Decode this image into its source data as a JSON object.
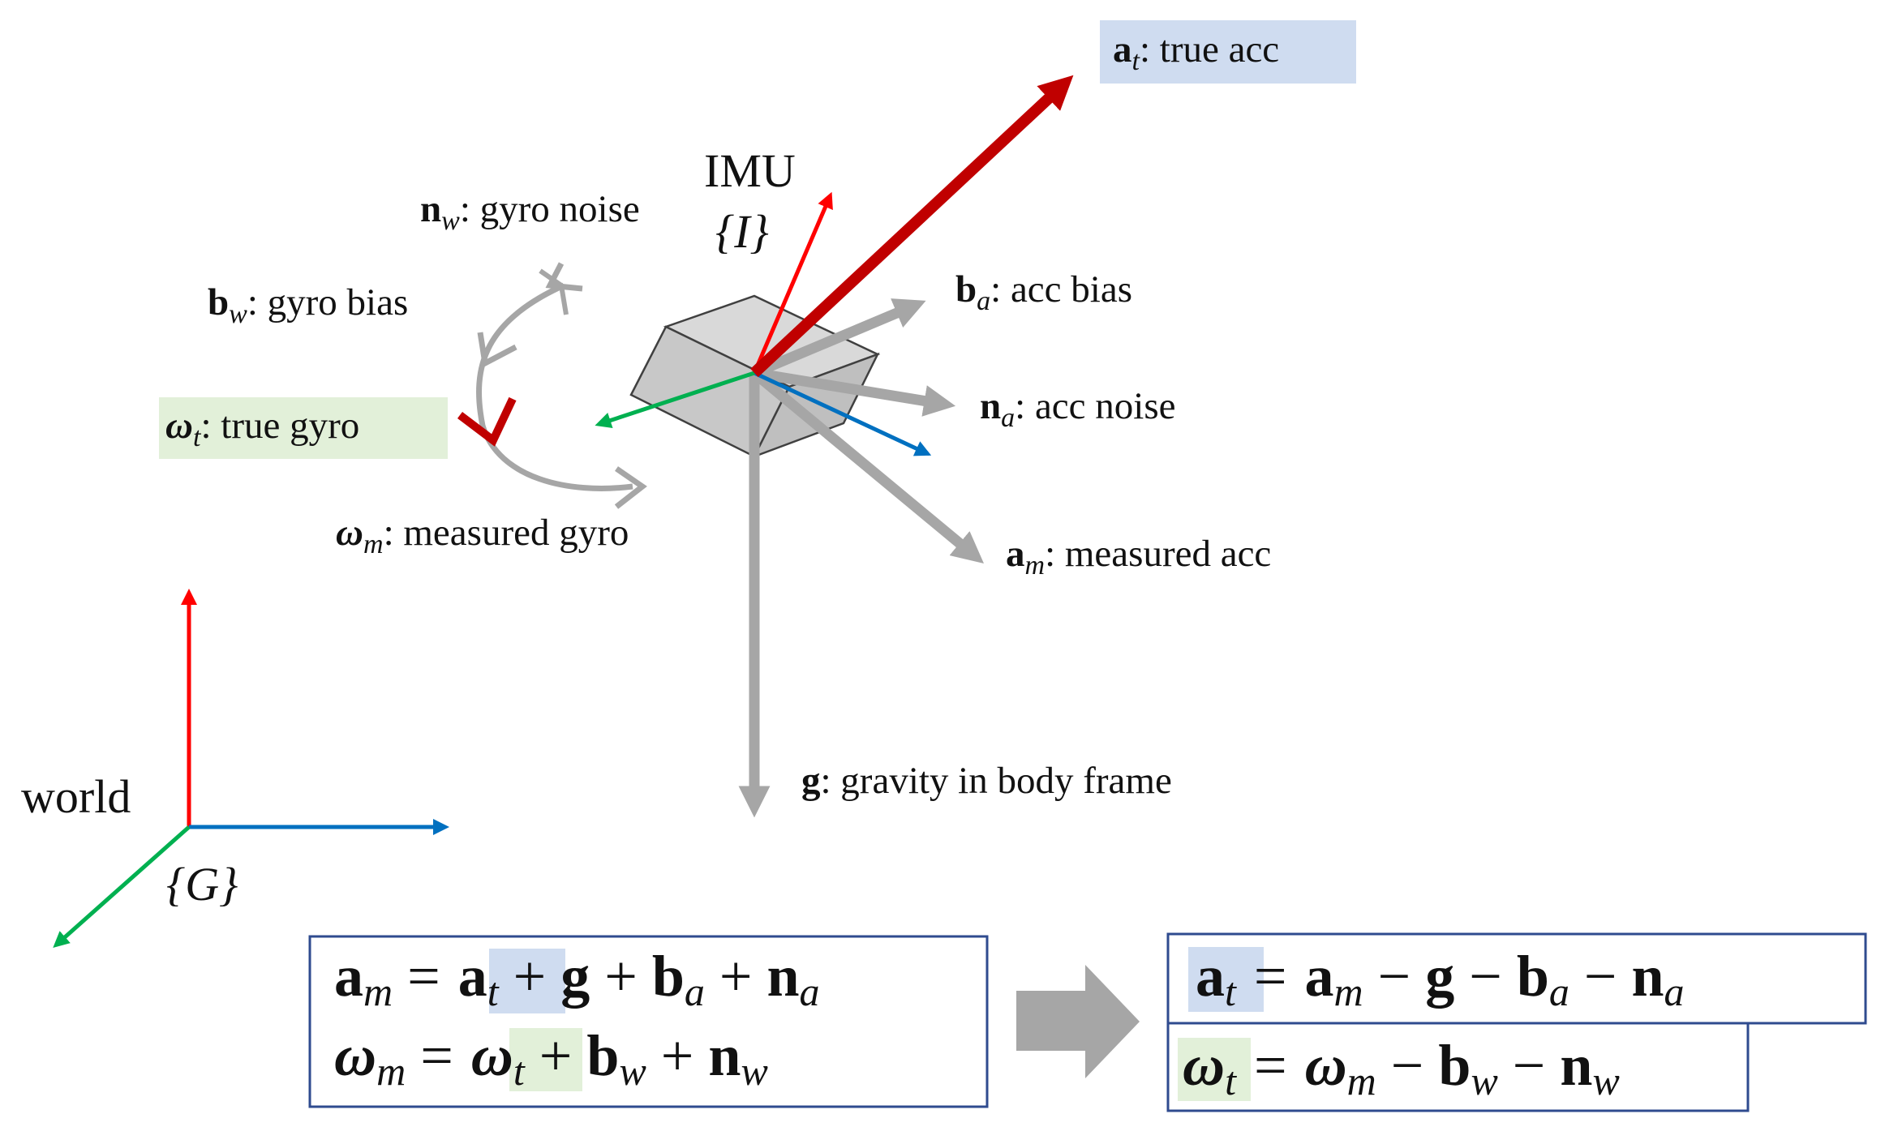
{
  "imu": {
    "title": "IMU",
    "frame": "{I}"
  },
  "world": {
    "title": "world",
    "frame": "{G}"
  },
  "labels": {
    "a_t": {
      "sym": "a",
      "sub": "t",
      "text": ": true acc"
    },
    "n_w": {
      "sym": "n",
      "sub": "w",
      "text": ": gyro noise"
    },
    "b_w": {
      "sym": "b",
      "sub": "w",
      "text": ": gyro bias"
    },
    "omega_t": {
      "sym": "ω",
      "sub": "t",
      "text": ": true gyro"
    },
    "omega_m": {
      "sym": "ω",
      "sub": "m",
      "text": ": measured gyro"
    },
    "b_a": {
      "sym": "b",
      "sub": "a",
      "text": ": acc bias"
    },
    "n_a": {
      "sym": "n",
      "sub": "a",
      "text": ": acc noise"
    },
    "a_m": {
      "sym": "a",
      "sub": "m",
      "text": ": measured acc"
    },
    "g": {
      "sym": "g",
      "text": ": gravity in body frame"
    }
  },
  "equations": {
    "left": {
      "line1": {
        "lhs": "a",
        "lhs_sub": "m",
        "eq": "=",
        "t1": "a",
        "t1_sub": "t",
        "p1": "+",
        "t2": "g",
        "p2": "+",
        "t3": "b",
        "t3_sub": "a",
        "p3": "+",
        "t4": "n",
        "t4_sub": "a"
      },
      "line2": {
        "lhs": "ω",
        "lhs_sub": "m",
        "eq": "=",
        "t1": "ω",
        "t1_sub": "t",
        "p1": "+",
        "t2": "b",
        "t2_sub": "w",
        "p2": "+",
        "t3": "n",
        "t3_sub": "w"
      }
    },
    "right": {
      "line1": {
        "lhs": "a",
        "lhs_sub": "t",
        "eq": "=",
        "t1": "a",
        "t1_sub": "m",
        "m1": "−",
        "t2": "g",
        "m2": "−",
        "t3": "b",
        "t3_sub": "a",
        "m3": "−",
        "t4": "n",
        "t4_sub": "a"
      },
      "line2": {
        "lhs": "ω",
        "lhs_sub": "t",
        "eq": "=",
        "t1": "ω",
        "t1_sub": "m",
        "m1": "−",
        "t2": "b",
        "t2_sub": "w",
        "m2": "−",
        "t3": "n",
        "t3_sub": "w"
      }
    }
  },
  "colors": {
    "true_acc_arrow": "#c00000",
    "axis_red": "#ff0000",
    "axis_blue": "#0070c0",
    "axis_green": "#00b050",
    "grey_arrow": "#a6a6a6",
    "box_border": "#2f4b8f",
    "highlight_blue": "#cfdcf0",
    "highlight_green": "#e2f0d9",
    "gyro_red": "#c00000"
  }
}
